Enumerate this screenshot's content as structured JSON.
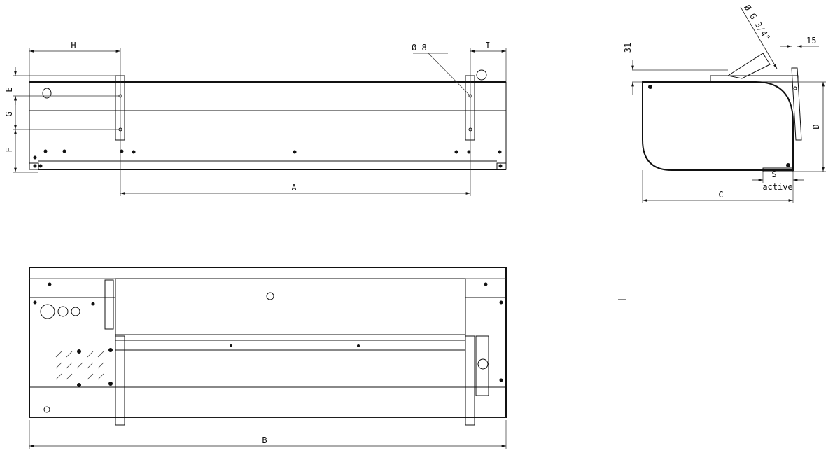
{
  "front_view": {
    "dim_H": "H",
    "dim_I": "I",
    "dim_hole": "Ø 8",
    "dim_E": "E",
    "dim_G": "G",
    "dim_F": "F",
    "dim_A": "A"
  },
  "side_view": {
    "dim_31": "31",
    "dim_pipe": "Ø G 3/4\"",
    "dim_15": "15",
    "dim_D": "D",
    "dim_S": "S",
    "active": "active",
    "dim_C": "C"
  },
  "bottom_view": {
    "dim_B": "B"
  }
}
